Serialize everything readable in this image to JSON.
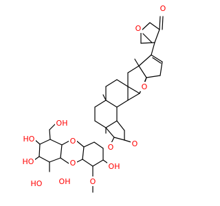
{
  "molecule": {
    "colors": {
      "bond": "#000000",
      "oxygen": "#ff0000",
      "background": "#ffffff"
    },
    "labels": {
      "lactone_carbonyl_o": "O",
      "lactone_ring_o": "O",
      "epoxide_o": "O",
      "glycosidic_o_aglycone": "O",
      "ring2_o": "O",
      "ring2_oh": "OH",
      "ring2_methoxy_o": "O",
      "glycosidic_o_sugar": "O",
      "ring1_o": "O",
      "ring1_ch2oh": "OH",
      "ring1_oh_top": "HO",
      "ring1_oh_left": "HO",
      "ring1_oh_bottom_left": "HO",
      "ring1_oh_bottom_right": "OH"
    }
  }
}
